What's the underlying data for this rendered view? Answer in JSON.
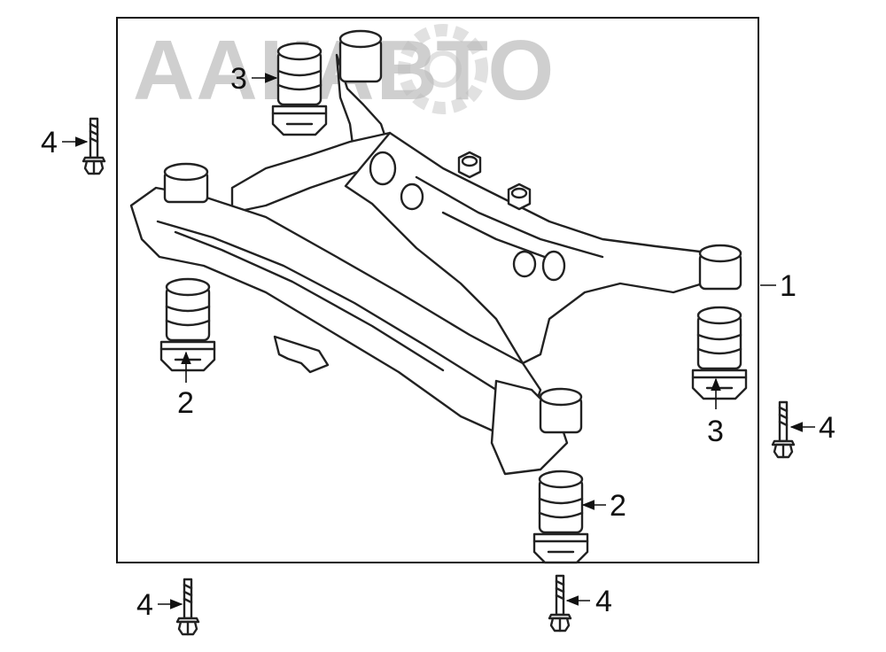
{
  "watermark": {
    "text": "ААКАВТО"
  },
  "callouts": [
    {
      "id": "crossmember",
      "number": "1"
    },
    {
      "id": "bushing-front-left",
      "number": "2"
    },
    {
      "id": "bushing-front-right",
      "number": "2"
    },
    {
      "id": "mount-rear-left",
      "number": "3"
    },
    {
      "id": "mount-rear-right",
      "number": "3"
    },
    {
      "id": "bolt-left-top",
      "number": "4"
    },
    {
      "id": "bolt-right",
      "number": "4"
    },
    {
      "id": "bolt-bottom-left",
      "number": "4"
    },
    {
      "id": "bolt-bottom-right",
      "number": "4"
    }
  ]
}
